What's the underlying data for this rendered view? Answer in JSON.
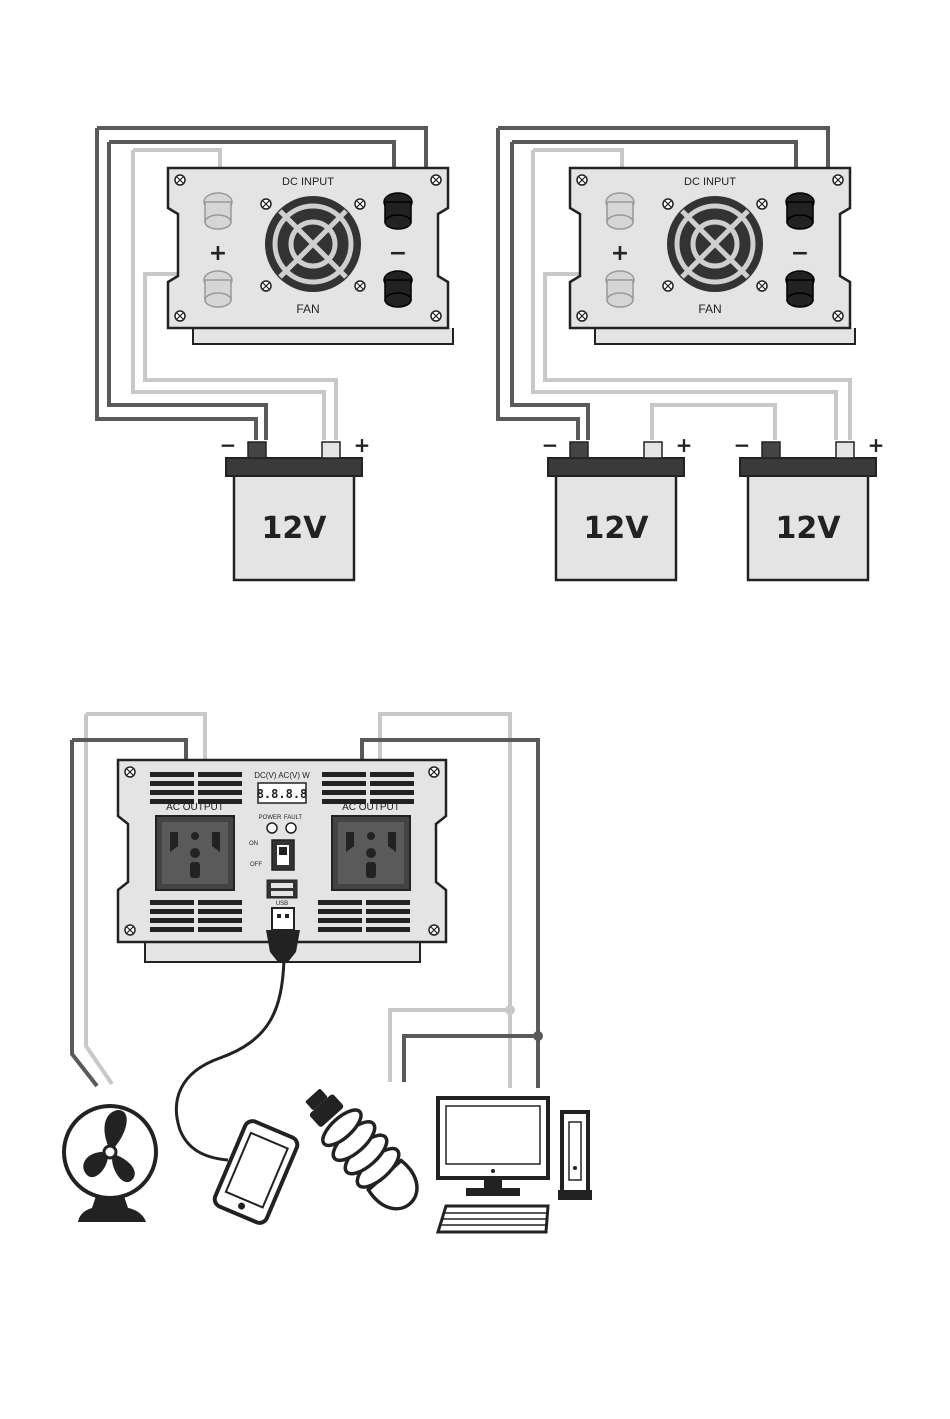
{
  "colors": {
    "wire_dark": "#5a5a5a",
    "wire_light": "#c8c8c8",
    "panel": "#e4e4e4",
    "outline": "#222222",
    "battery_cap": "#3a3a3a"
  },
  "inverter_top": {
    "dc_input_label": "DC  INPUT",
    "fan_label": "FAN",
    "plus_sign": "+",
    "minus_sign": "−"
  },
  "battery": {
    "voltage_label": "12V",
    "minus_label": "−",
    "plus_label": "+"
  },
  "inverter_front": {
    "meter_label": "DC(V)  AC(V)  W",
    "display_value": "8.8.8.8",
    "ac_output_label": "AC  OUTPUT",
    "power_label": "POWER",
    "fault_label": "FAULT",
    "on_label": "ON",
    "off_label": "OFF",
    "usb_label": "USB"
  },
  "appliances": [
    "fan-icon",
    "smartphone-icon",
    "light-bulb-icon",
    "desktop-computer-icon"
  ]
}
